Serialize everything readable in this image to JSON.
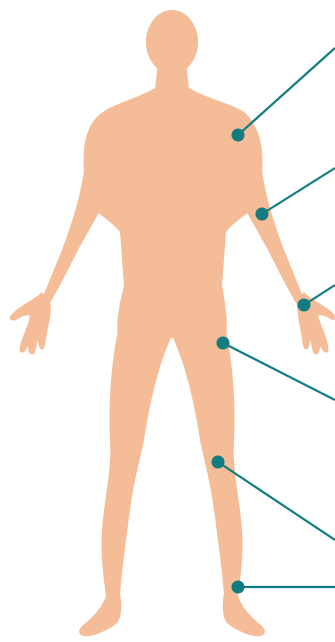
{
  "figure": {
    "subject": "human-body-front-silhouette",
    "colors": {
      "skin": "#F4BD97",
      "marker": "#137C80",
      "background": "#FFFFFF"
    },
    "markers": [
      {
        "name": "shoulder-marker"
      },
      {
        "name": "upper-arm-marker"
      },
      {
        "name": "wrist-marker"
      },
      {
        "name": "thigh-marker"
      },
      {
        "name": "knee-marker"
      },
      {
        "name": "ankle-marker"
      }
    ]
  }
}
